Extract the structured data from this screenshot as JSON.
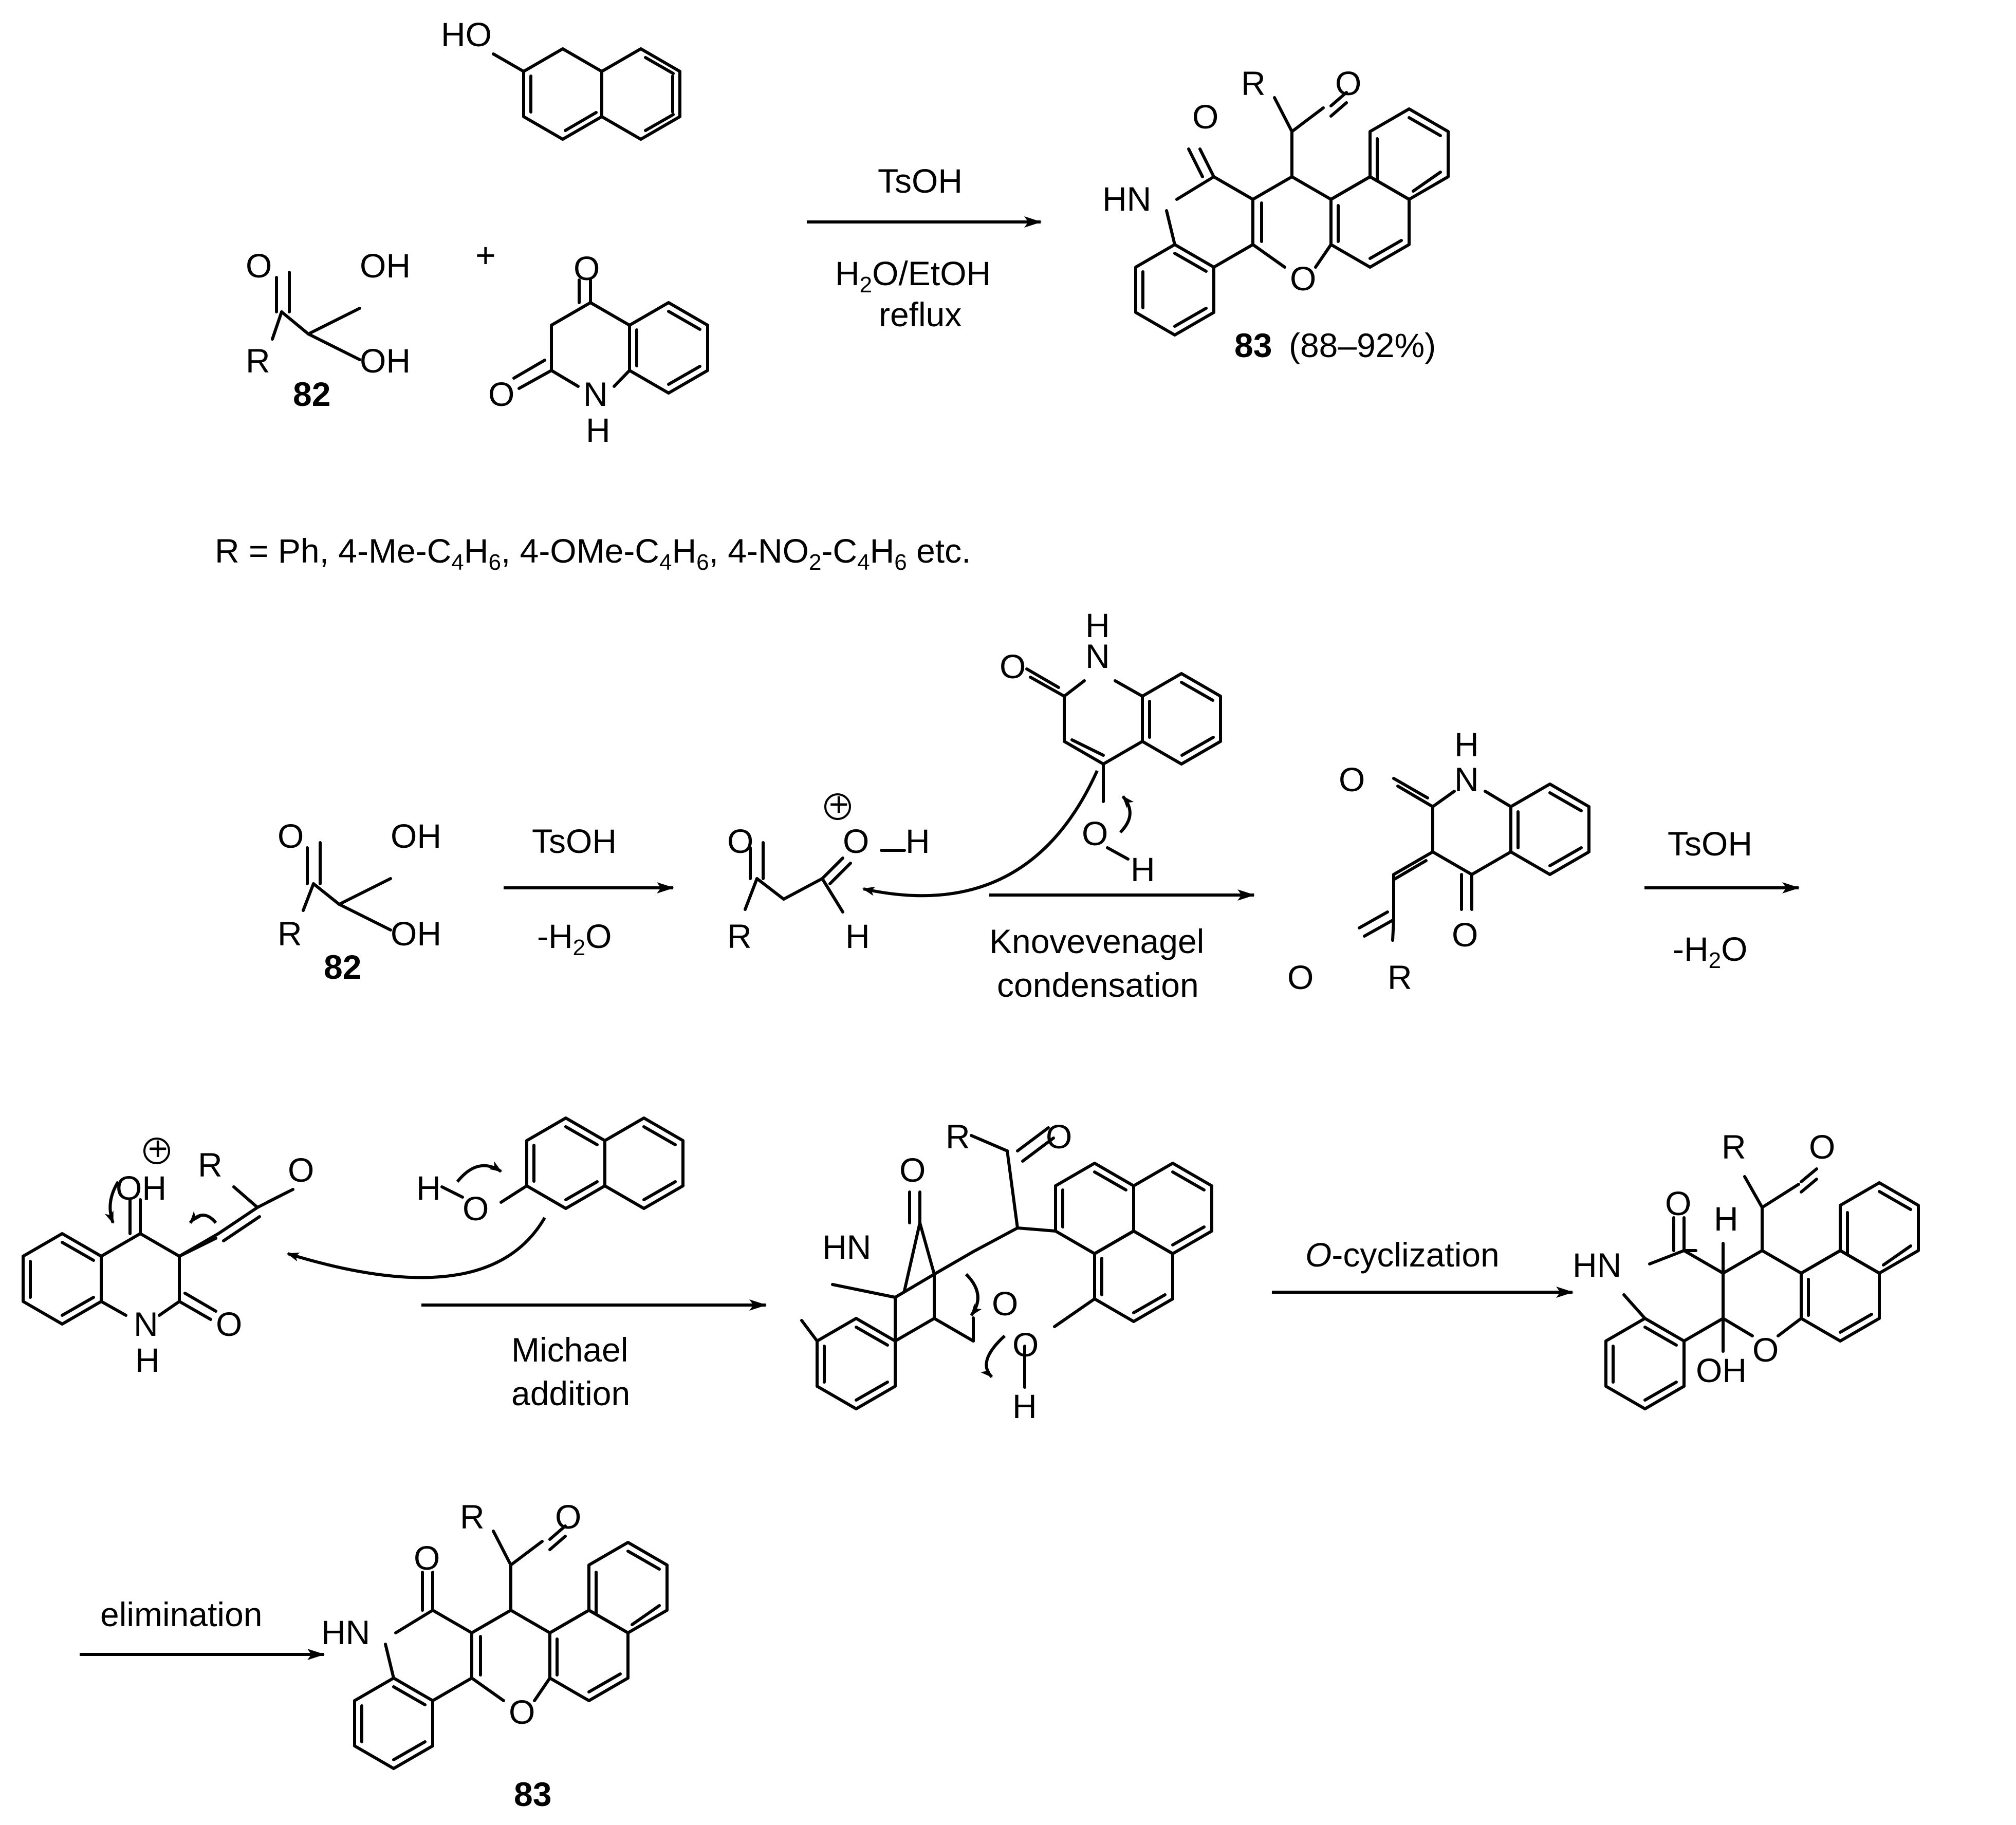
{
  "reaction": {
    "reagent": "TsOH",
    "conditions_line1": "H2O/EtOH",
    "conditions_line2": "reflux",
    "product_label": "83",
    "product_yield": "(88–92%)",
    "starting_label": "82",
    "plus": "+",
    "r_definition": "R = Ph, 4-Me-C4H6, 4-OMe-C4H6, 4-NO2-C4H6 etc."
  },
  "mechanism": {
    "step1_reagent": "TsOH",
    "step1_loss": "-H2O",
    "step2_line1": "Knovevenagel",
    "step2_line2": "condensation",
    "step3_reagent": "TsOH",
    "step3_loss": "-H2O",
    "step4_line1": "Michael",
    "step4_line2": "addition",
    "step5_italic": "O",
    "step5_rest": "-cyclization",
    "step6": "elimination",
    "final_label": "83",
    "start_label": "82"
  },
  "atoms": {
    "HO": "HO",
    "O": "O",
    "OH": "OH",
    "R": "R",
    "HN": "HN",
    "N": "N",
    "H": "H",
    "plus_charge": "+"
  }
}
